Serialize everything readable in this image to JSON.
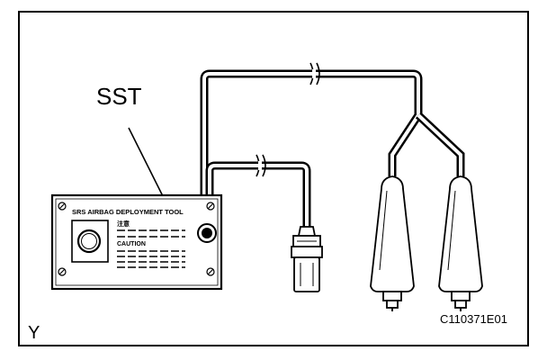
{
  "figure": {
    "callout_label": "SST",
    "tool_title": "SRS AIRBAG DEPLOYMENT TOOL",
    "caution_heading": "CAUTION",
    "japanese_heading": "注意",
    "view_letter": "Y",
    "figure_code": "C110371E01"
  }
}
